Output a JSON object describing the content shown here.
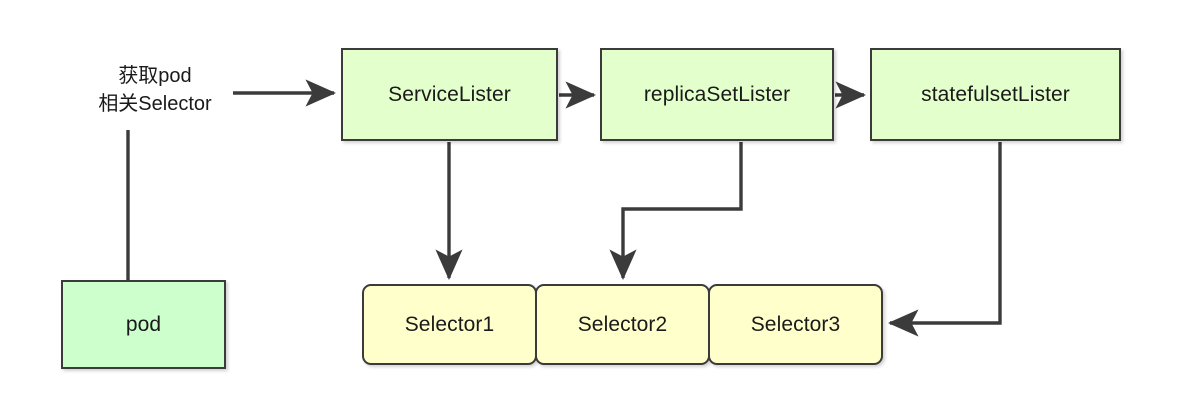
{
  "diagram": {
    "title": "pod selector lister flow",
    "background_color": "#ffffff",
    "stroke_color": "#3b3b3b",
    "text_color": "#1a1a1a",
    "nodes": {
      "service_lister": {
        "label": "ServiceLister",
        "fill": "#e3ffcc"
      },
      "replicaset_lister": {
        "label": "replicaSetLister",
        "fill": "#e3ffcc"
      },
      "statefulset_lister": {
        "label": "statefulsetLister",
        "fill": "#e3ffcc"
      },
      "pod": {
        "label": "pod",
        "fill": "#ccffcc"
      },
      "selector1": {
        "label": "Selector1",
        "fill": "#ffffcc"
      },
      "selector2": {
        "label": "Selector2",
        "fill": "#ffffcc"
      },
      "selector3": {
        "label": "Selector3",
        "fill": "#ffffcc"
      }
    },
    "edges": {
      "pod_to_service_lister_label": "获取pod\n相关Selector"
    }
  }
}
